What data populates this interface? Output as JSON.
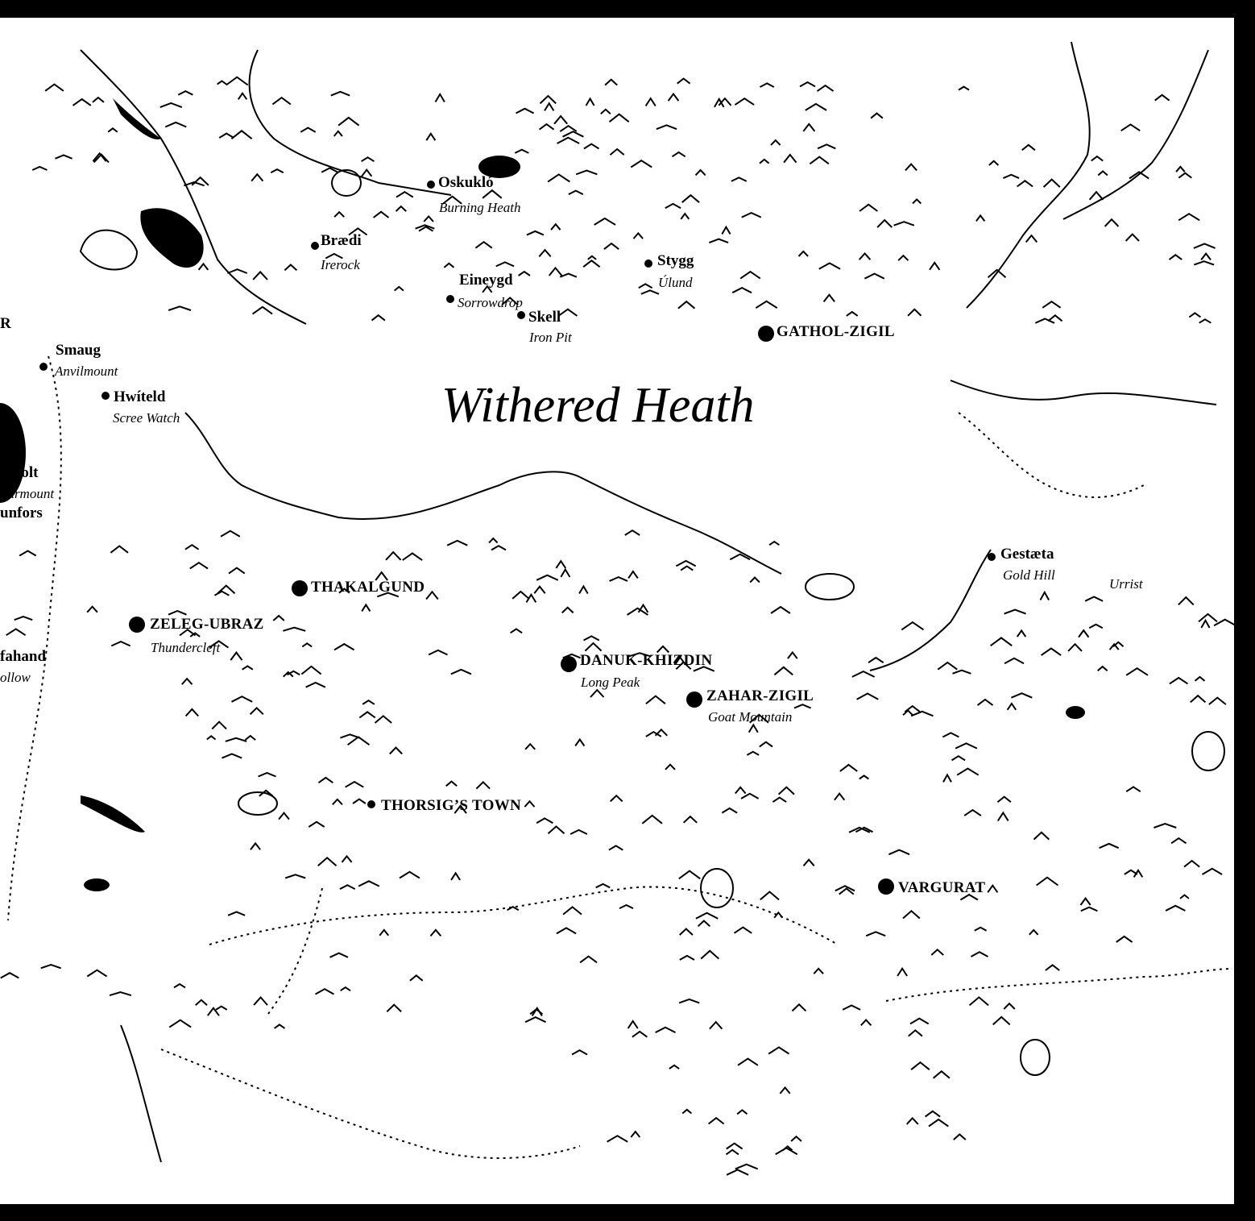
{
  "map": {
    "region_label": "Withered Heath",
    "settlements": [
      {
        "id": "oskuklo",
        "name": "Oskukló",
        "translation": "Burning Heath"
      },
      {
        "id": "braedi",
        "name": "Brædi",
        "translation": "Irerock"
      },
      {
        "id": "eineygd",
        "name": "Eineygd",
        "translation": "Sorrowdrop"
      },
      {
        "id": "skell",
        "name": "Skell",
        "translation": "Iron Pit"
      },
      {
        "id": "stygg",
        "name": "Stygg",
        "translation": "Úlund"
      },
      {
        "id": "smaug",
        "name": "Smaug",
        "translation": "Anvilmount"
      },
      {
        "id": "hwiteld",
        "name": "Hwíteld",
        "translation": "Scree Watch"
      },
      {
        "id": "eskolt",
        "name": "eskolt",
        "translation": "llarmount"
      },
      {
        "id": "unfors",
        "name": "unfors"
      },
      {
        "id": "fahand",
        "name": "fahand",
        "translation": "ollow"
      },
      {
        "id": "gestaeta",
        "name": "Gestæta",
        "translation": "Gold Hill"
      },
      {
        "id": "urrist",
        "translation": "Urrist"
      },
      {
        "id": "zeleg",
        "name": "ZELEG-UBRAZ",
        "translation": "Thundercleft"
      },
      {
        "id": "danuk",
        "name": "DANUK-KHIZDIN",
        "translation": "Long Peak"
      },
      {
        "id": "zahar",
        "name": "ZAHAR-ZIGIL",
        "translation": "Goat Mountain"
      }
    ],
    "cities": [
      {
        "id": "gathol",
        "name": "GATHOL-ZIGIL"
      },
      {
        "id": "thakalgund",
        "name": "THAKALGUND"
      },
      {
        "id": "thorsig",
        "name": "THORSIG’S TOWN"
      },
      {
        "id": "vargurat",
        "name": "VARGURAT"
      }
    ],
    "edge_fragments": [
      {
        "id": "r-fragment",
        "name": "R"
      }
    ]
  }
}
